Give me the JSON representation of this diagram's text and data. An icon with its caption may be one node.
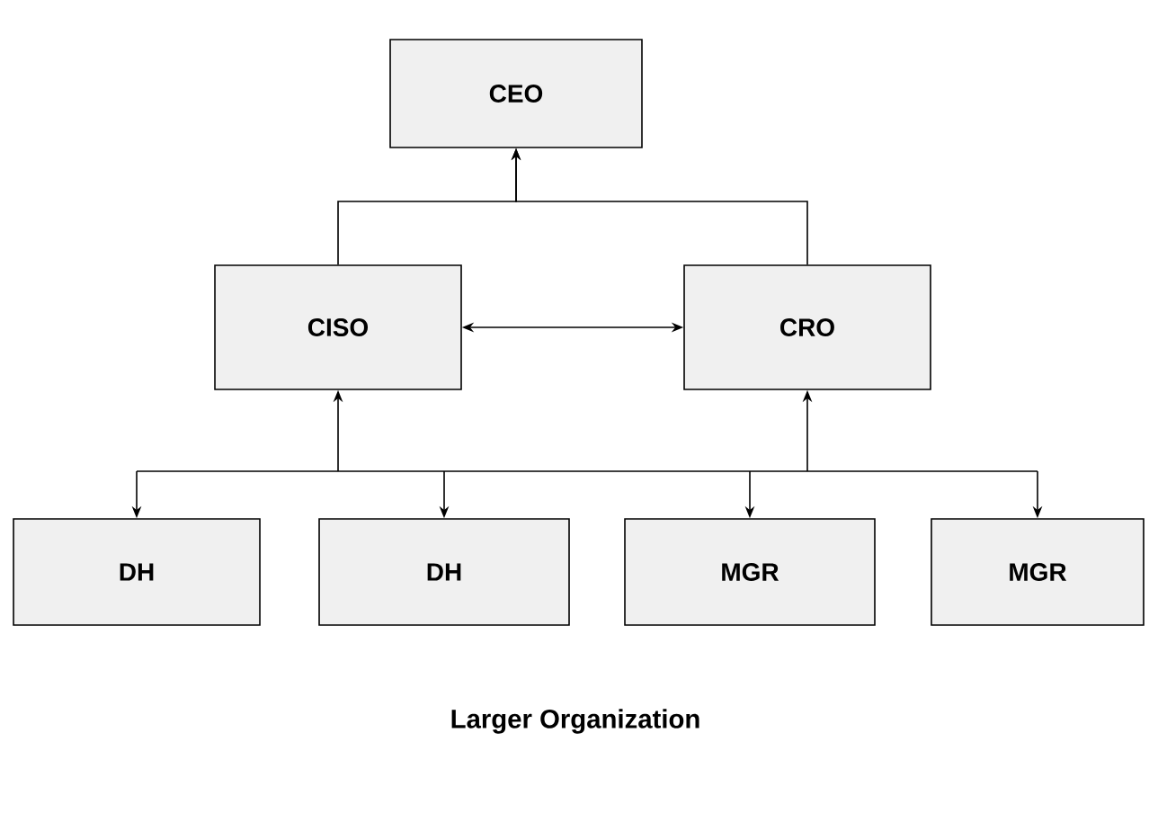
{
  "diagram": {
    "caption": "Larger Organization",
    "nodes": [
      {
        "text": [
          "CEO"
        ]
      },
      {
        "text": [
          "CISO"
        ]
      },
      {
        "text": [
          "CRO"
        ]
      },
      {
        "text": [
          "DH"
        ]
      },
      {
        "text": [
          "DH"
        ]
      },
      {
        "text": [
          "MGR"
        ]
      },
      {
        "text": [
          "MGR"
        ]
      }
    ],
    "edges": [
      {
        "from": 1,
        "to": 0,
        "arrow": "to"
      },
      {
        "from": 2,
        "to": 0,
        "arrow": "to"
      },
      {
        "from": 1,
        "to": 2,
        "arrow": "both"
      },
      {
        "from": null,
        "to": 1,
        "arrow": "to"
      },
      {
        "from": null,
        "to": 2,
        "arrow": "to"
      },
      {
        "from": null,
        "to": 3,
        "arrow": "to"
      },
      {
        "from": null,
        "to": 4,
        "arrow": "to"
      },
      {
        "from": null,
        "to": 5,
        "arrow": "to"
      },
      {
        "from": null,
        "to": 6,
        "arrow": "to"
      }
    ]
  }
}
